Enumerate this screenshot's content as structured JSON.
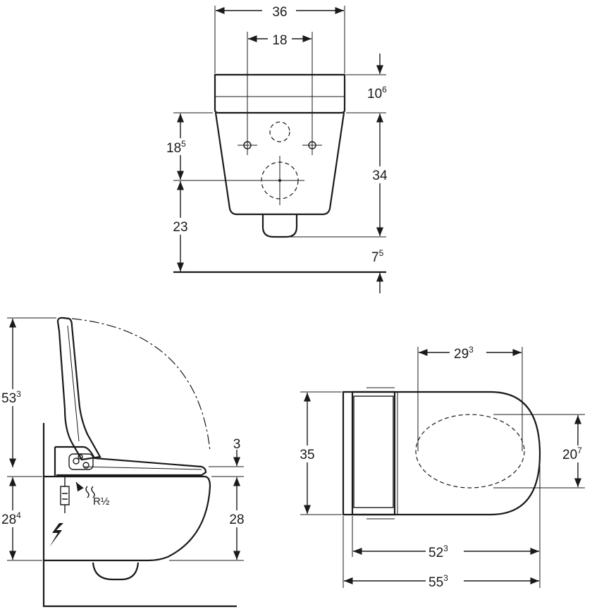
{
  "front_view": {
    "width_total": {
      "main": "36"
    },
    "fixing_distance": {
      "main": "18"
    },
    "seat_height": {
      "main": "10",
      "sup": "6"
    },
    "fixing_height": {
      "main": "18",
      "sup": "5"
    },
    "bowl_height": {
      "main": "34"
    },
    "drain_height": {
      "main": "23"
    },
    "floor_gap": {
      "main": "7",
      "sup": "5"
    }
  },
  "side_view": {
    "lid_open_height": {
      "main": "53",
      "sup": "3"
    },
    "seat_thickness": {
      "main": "3"
    },
    "bowl_height_left": {
      "main": "28",
      "sup": "4"
    },
    "bowl_height_right": {
      "main": "28"
    },
    "water_connection": "R½"
  },
  "top_view": {
    "seat_opening_length": {
      "main": "29",
      "sup": "3"
    },
    "width": {
      "main": "35"
    },
    "seat_opening_width": {
      "main": "20",
      "sup": "7"
    },
    "bowl_length": {
      "main": "52",
      "sup": "3"
    },
    "overall_length": {
      "main": "55",
      "sup": "3"
    }
  }
}
